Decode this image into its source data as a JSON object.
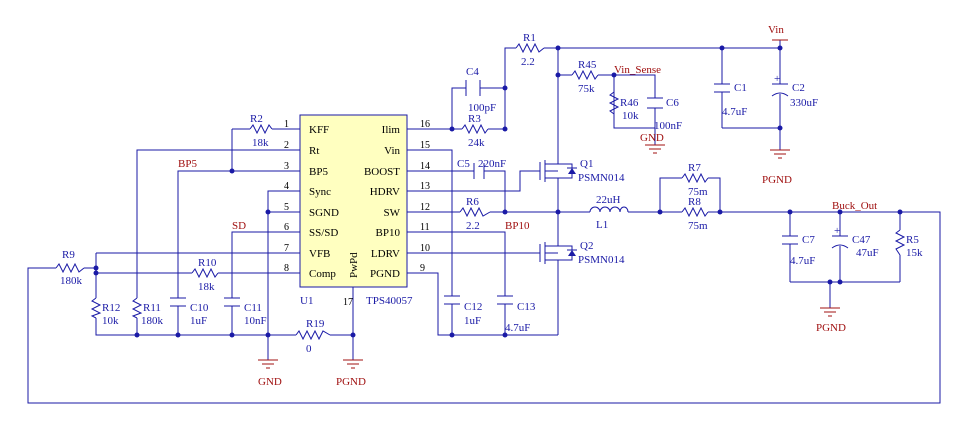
{
  "ic": {
    "ref": "U1",
    "part": "TPS40057",
    "pad_label": "PwPd",
    "pad_pin": "17",
    "left_pins": [
      {
        "num": "1",
        "label": "KFF"
      },
      {
        "num": "2",
        "label": "Rt"
      },
      {
        "num": "3",
        "label": "BP5"
      },
      {
        "num": "4",
        "label": "Sync"
      },
      {
        "num": "5",
        "label": "SGND"
      },
      {
        "num": "6",
        "label": "SS/SD"
      },
      {
        "num": "7",
        "label": "VFB"
      },
      {
        "num": "8",
        "label": "Comp"
      }
    ],
    "right_pins": [
      {
        "num": "16",
        "label": "Ilim"
      },
      {
        "num": "15",
        "label": "Vin"
      },
      {
        "num": "14",
        "label": "BOOST"
      },
      {
        "num": "13",
        "label": "HDRV"
      },
      {
        "num": "12",
        "label": "SW"
      },
      {
        "num": "11",
        "label": "BP10"
      },
      {
        "num": "10",
        "label": "LDRV"
      },
      {
        "num": "9",
        "label": "PGND"
      }
    ]
  },
  "components": {
    "R1": {
      "ref": "R1",
      "value": "2.2"
    },
    "R2": {
      "ref": "R2",
      "value": "18k"
    },
    "R3": {
      "ref": "R3",
      "value": "24k"
    },
    "R5": {
      "ref": "R5",
      "value": "15k"
    },
    "R6": {
      "ref": "R6",
      "value": "2.2"
    },
    "R7": {
      "ref": "R7",
      "value": "75m"
    },
    "R8": {
      "ref": "R8",
      "value": "75m"
    },
    "R9": {
      "ref": "R9",
      "value": "180k"
    },
    "R10": {
      "ref": "R10",
      "value": "18k"
    },
    "R11": {
      "ref": "R11",
      "value": "180k"
    },
    "R12": {
      "ref": "R12",
      "value": "10k"
    },
    "R19": {
      "ref": "R19",
      "value": "0"
    },
    "R45": {
      "ref": "R45",
      "value": "75k"
    },
    "R46": {
      "ref": "R46",
      "value": "10k"
    },
    "C1": {
      "ref": "C1",
      "value": "4.7uF"
    },
    "C2": {
      "ref": "C2",
      "value": "330uF"
    },
    "C4": {
      "ref": "C4",
      "value": "100pF"
    },
    "C5": {
      "ref": "C5",
      "value": "220nF"
    },
    "C6": {
      "ref": "C6",
      "value": "100nF"
    },
    "C7": {
      "ref": "C7",
      "value": "4.7uF"
    },
    "C10": {
      "ref": "C10",
      "value": "1uF"
    },
    "C11": {
      "ref": "C11",
      "value": "10nF"
    },
    "C12": {
      "ref": "C12",
      "value": "1uF"
    },
    "C13": {
      "ref": "C13",
      "value": "4.7uF"
    },
    "C47": {
      "ref": "C47",
      "value": "47uF"
    },
    "L1": {
      "ref": "L1",
      "value": "22uH"
    },
    "Q1": {
      "ref": "Q1",
      "value": "PSMN014"
    },
    "Q2": {
      "ref": "Q2",
      "value": "PSMN014"
    }
  },
  "nets": {
    "vin": "Vin",
    "vin_sense": "Vin_Sense",
    "bp5": "BP5",
    "sd": "SD",
    "bp10": "BP10",
    "buck_out": "Buck_Out"
  },
  "grounds": {
    "gnd_a": "GND",
    "gnd_b": "GND",
    "pgnd_a": "PGND",
    "pgnd_b": "PGND",
    "pgnd_c": "PGND"
  },
  "colors": {
    "wire": "#1a1aa6",
    "ic_fill": "#ffffc0",
    "net_label": "#a01010"
  }
}
